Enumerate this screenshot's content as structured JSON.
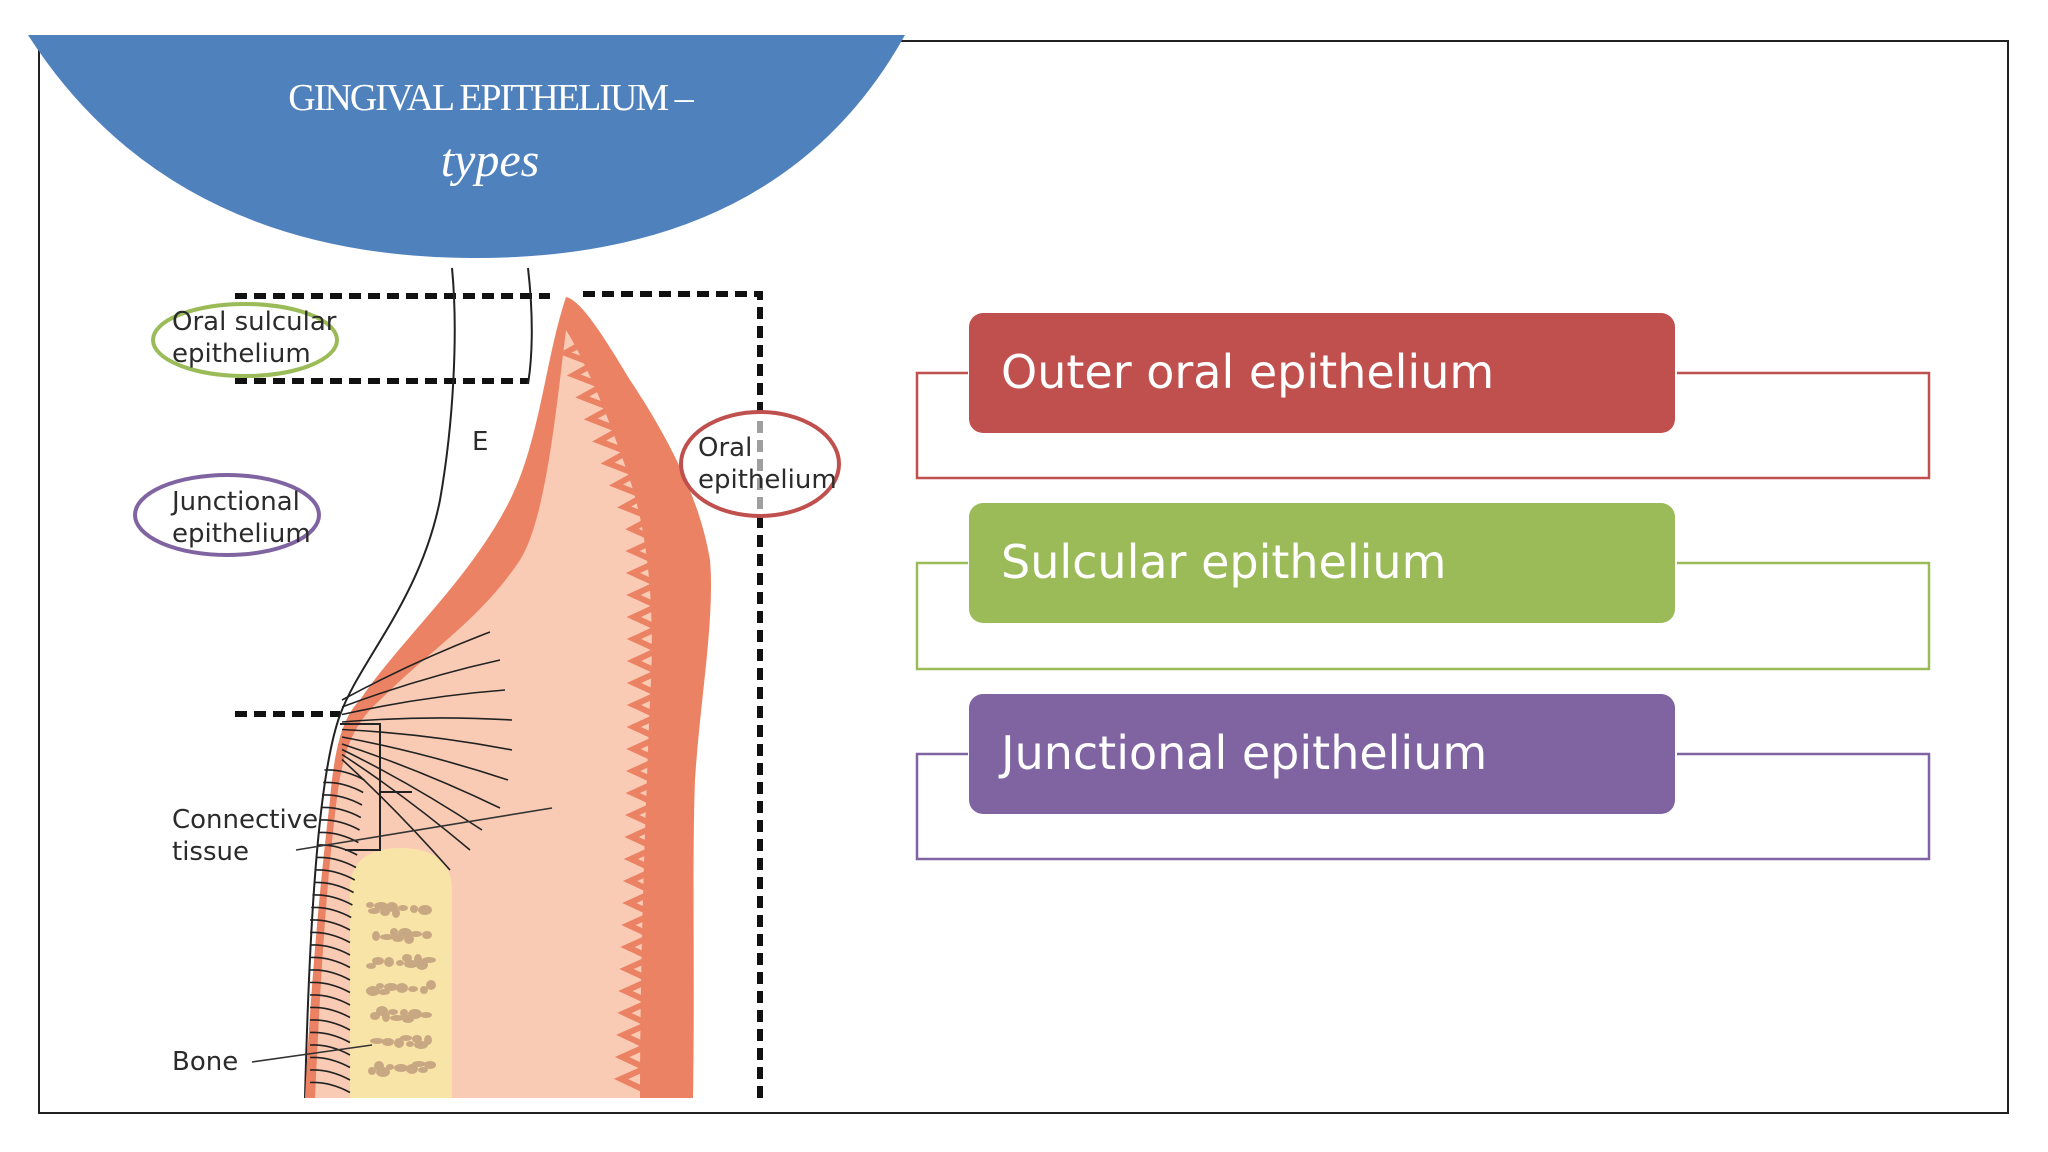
{
  "title": {
    "line1": "GINGIVAL EPITHELIUM –",
    "line2": "types"
  },
  "diagram": {
    "labels": {
      "oral_sulcular": [
        "Oral sulcular",
        "epithelium"
      ],
      "junctional": [
        "Junctional",
        "epithelium"
      ],
      "oral": [
        "Oral",
        "epithelium"
      ],
      "enamel": "E",
      "connective": [
        "Connective",
        "tissue"
      ],
      "bone": "Bone"
    }
  },
  "types": [
    {
      "label": "Outer oral epithelium",
      "color": "#c0504d"
    },
    {
      "label": "Sulcular epithelium",
      "color": "#9bbb59"
    },
    {
      "label": "Junctional epithelium",
      "color": "#8064a2"
    }
  ],
  "colors": {
    "title_banner": "#4f81bd",
    "epithelium": "#ec8264",
    "connective_tissue": "#f9cbb5",
    "bone": "#f9e4a8",
    "bone_spots": "#c8a882"
  }
}
